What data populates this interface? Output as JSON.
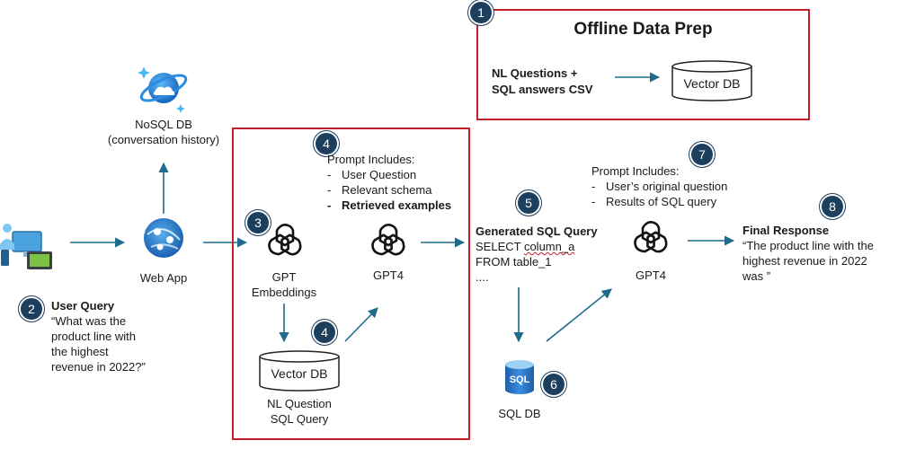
{
  "offline": {
    "badge": "1",
    "title": "Offline Data Prep",
    "source_line1": "NL Questions +",
    "source_line2": "SQL answers CSV",
    "db_label": "Vector DB"
  },
  "nosql": {
    "line1": "NoSQL DB",
    "line2": "(conversation history)"
  },
  "webapp": {
    "label": "Web App"
  },
  "user_query": {
    "badge": "2",
    "heading": "User Query",
    "lines": [
      "“What was the",
      "product line with",
      "the highest",
      "revenue in 2022?”"
    ]
  },
  "prompt1": {
    "badge": "4",
    "heading": "Prompt Includes:",
    "items": [
      "User Question",
      "Relevant schema",
      "Retrieved examples"
    ]
  },
  "embeddings": {
    "badge": "3",
    "line1": "GPT",
    "line2": "Embeddings"
  },
  "gpt4_left": {
    "label": "GPT4"
  },
  "vector_db_main": {
    "badge": "4",
    "label": "Vector DB",
    "caption1": "NL Question",
    "caption2": "SQL Query"
  },
  "generated_sql": {
    "badge": "5",
    "heading": "Generated SQL Query",
    "line1_prefix": "SELECT ",
    "line1_col": "column_a",
    "line2": "FROM table_1",
    "line3": "...."
  },
  "sqldb": {
    "badge": "6",
    "icon_text": "SQL",
    "label": "SQL DB"
  },
  "prompt2": {
    "badge": "7",
    "heading": "Prompt Includes:",
    "items": [
      "User’s original question",
      "Results of SQL query"
    ]
  },
  "gpt4_right": {
    "label": "GPT4"
  },
  "final_response": {
    "badge": "8",
    "heading": "Final Response",
    "lines": [
      "“The product line with the",
      "highest revenue in 2022",
      "was ”"
    ]
  },
  "colors": {
    "accent": "#1d3f5e",
    "border_red": "#c0202a",
    "arrow": "#1f6b8c"
  }
}
